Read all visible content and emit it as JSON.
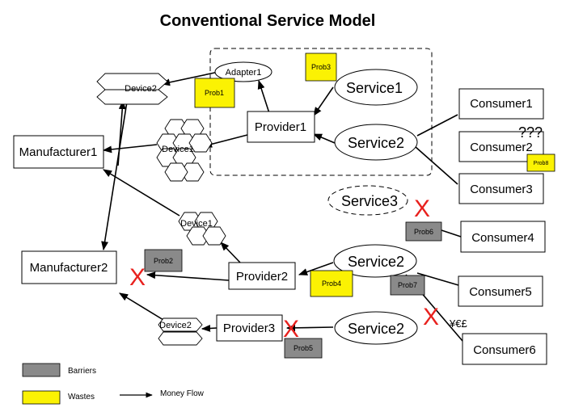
{
  "title": "Conventional Service Model",
  "nodes": {
    "manufacturer1": "Manufacturer1",
    "manufacturer2": "Manufacturer2",
    "provider1": "Provider1",
    "provider2": "Provider2",
    "provider3": "Provider3",
    "adapter1": "Adapter1",
    "service1": "Service1",
    "service2_top": "Service2",
    "service3": "Service3",
    "service2_mid": "Service2",
    "service2_bottom": "Service2",
    "consumer1": "Consumer1",
    "consumer2": "Consumer2",
    "consumer3": "Consumer3",
    "consumer4": "Consumer4",
    "consumer5": "Consumer5",
    "consumer6": "Consumer6",
    "device2_top": "Device2",
    "device1_top": "Device1",
    "device1_mid": "Device1",
    "device2_bottom": "Device2"
  },
  "tags": {
    "prob1": "Prob1",
    "prob2": "Prob2",
    "prob3": "Prob3",
    "prob4": "Prob4",
    "prob5": "Prob5",
    "prob6": "Prob6",
    "prob7": "Prob7",
    "prob8": "Prob8"
  },
  "marks": {
    "cross": "X",
    "question_marks": "???",
    "currency": "¥€£"
  },
  "legend": {
    "barriers": "Barriers",
    "wastes": "Wastes",
    "money_flow": "Money Flow"
  },
  "colors": {
    "barrier": "#8a8a8a",
    "waste": "#fbf203",
    "cross": "#e8211e"
  }
}
